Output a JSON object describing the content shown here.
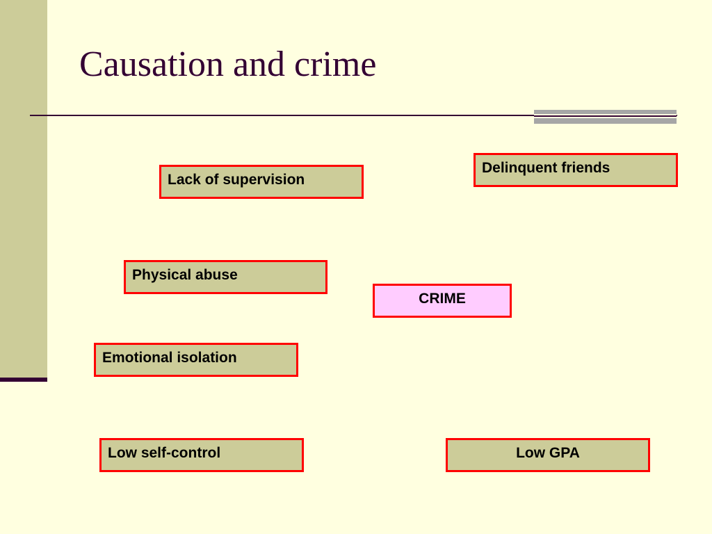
{
  "slide": {
    "title": "Causation and crime"
  },
  "nodes": {
    "lack_of_supervision": "Lack of supervision",
    "delinquent_friends": "Delinquent friends",
    "physical_abuse": "Physical abuse",
    "crime": "CRIME",
    "emotional_isolation": "Emotional isolation",
    "low_self_control": "Low self-control",
    "low_gpa": "Low GPA"
  },
  "colors": {
    "background": "#ffffe0",
    "side_bar": "#cccc99",
    "title_text": "#330033",
    "box_fill": "#cccc99",
    "box_border": "#ff0000",
    "crime_fill": "#ffccff"
  }
}
